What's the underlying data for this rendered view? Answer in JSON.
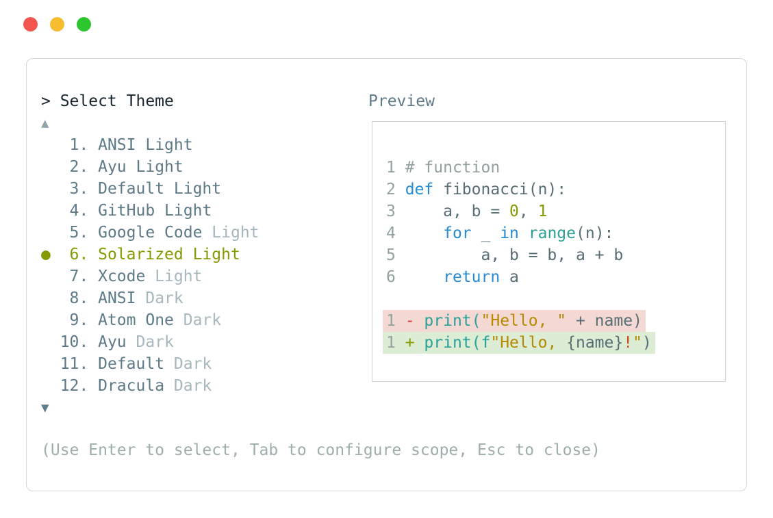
{
  "window": {
    "traffic_lights": [
      {
        "name": "close",
        "color": "#f2564f"
      },
      {
        "name": "minimize",
        "color": "#f6bd30"
      },
      {
        "name": "maximize",
        "color": "#2dc62f"
      }
    ]
  },
  "dialog": {
    "title": "> Select Theme",
    "scroll_up": "▲",
    "scroll_down": "▼",
    "selected_bullet": "●",
    "items": [
      {
        "number": 1,
        "name": "ANSI",
        "variant": "Light",
        "variant_dim": false,
        "selected": false
      },
      {
        "number": 2,
        "name": "Ayu",
        "variant": "Light",
        "variant_dim": false,
        "selected": false
      },
      {
        "number": 3,
        "name": "Default",
        "variant": "Light",
        "variant_dim": false,
        "selected": false
      },
      {
        "number": 4,
        "name": "GitHub",
        "variant": "Light",
        "variant_dim": false,
        "selected": false
      },
      {
        "number": 5,
        "name": "Google Code",
        "variant": "Light",
        "variant_dim": true,
        "selected": false
      },
      {
        "number": 6,
        "name": "Solarized",
        "variant": "Light",
        "variant_dim": false,
        "selected": true
      },
      {
        "number": 7,
        "name": "Xcode",
        "variant": "Light",
        "variant_dim": true,
        "selected": false
      },
      {
        "number": 8,
        "name": "ANSI",
        "variant": "Dark",
        "variant_dim": true,
        "selected": false
      },
      {
        "number": 9,
        "name": "Atom One",
        "variant": "Dark",
        "variant_dim": true,
        "selected": false
      },
      {
        "number": 10,
        "name": "Ayu",
        "variant": "Dark",
        "variant_dim": true,
        "selected": false
      },
      {
        "number": 11,
        "name": "Default",
        "variant": "Dark",
        "variant_dim": true,
        "selected": false
      },
      {
        "number": 12,
        "name": "Dracula",
        "variant": "Dark",
        "variant_dim": true,
        "selected": false
      }
    ],
    "help": "(Use Enter to select, Tab to configure scope, Esc to close)"
  },
  "preview": {
    "label": "Preview",
    "code_lines": [
      {
        "ln": "1",
        "tokens": [
          [
            "comment",
            "# function"
          ]
        ]
      },
      {
        "ln": "2",
        "tokens": [
          [
            "keyword",
            "def"
          ],
          [
            "plain",
            " fibonacci(n):"
          ]
        ]
      },
      {
        "ln": "3",
        "tokens": [
          [
            "plain",
            "    a, b = "
          ],
          [
            "number",
            "0"
          ],
          [
            "plain",
            ", "
          ],
          [
            "number",
            "1"
          ]
        ]
      },
      {
        "ln": "4",
        "tokens": [
          [
            "plain",
            "    "
          ],
          [
            "keyword",
            "for"
          ],
          [
            "plain",
            " _ "
          ],
          [
            "keyword",
            "in"
          ],
          [
            "plain",
            " "
          ],
          [
            "function",
            "range"
          ],
          [
            "plain",
            "(n):"
          ]
        ]
      },
      {
        "ln": "5",
        "tokens": [
          [
            "plain",
            "        a, b = b, a + b"
          ]
        ]
      },
      {
        "ln": "6",
        "tokens": [
          [
            "plain",
            "    "
          ],
          [
            "keyword",
            "return"
          ],
          [
            "plain",
            " a"
          ]
        ]
      },
      {
        "ln": "",
        "tokens": []
      },
      {
        "ln": "1",
        "diff": "removed",
        "tokens": [
          [
            "diff-minus",
            "-"
          ],
          [
            "plain",
            " "
          ],
          [
            "function",
            "print("
          ],
          [
            "string",
            "\"Hello, \""
          ],
          [
            "plain",
            " + name)"
          ]
        ]
      },
      {
        "ln": "1",
        "diff": "added",
        "tokens": [
          [
            "diff-plus",
            "+"
          ],
          [
            "plain",
            " "
          ],
          [
            "function",
            "print(f"
          ],
          [
            "string",
            "\"Hello, "
          ],
          [
            "plain",
            "{name}"
          ],
          [
            "orange",
            "!"
          ],
          [
            "string",
            "\""
          ],
          [
            "plain",
            ")"
          ]
        ]
      }
    ]
  },
  "colors": {
    "selected_accent": "#859900",
    "list_text": "#5c7a88",
    "list_dim": "#a6b7bd",
    "title_text": "#17262e",
    "help_text": "#9cafac",
    "syntax_keyword": "#268bd2",
    "syntax_function": "#2aa198",
    "syntax_string": "#b58900",
    "syntax_number": "#859900",
    "syntax_comment": "#93a1a1",
    "syntax_plain": "#586e75",
    "syntax_orange": "#cb4b16",
    "diff_removed_bg": "#f4d8d3",
    "diff_added_bg": "#dcecd5",
    "diff_minus": "#dc322f",
    "diff_plus": "#859900"
  }
}
